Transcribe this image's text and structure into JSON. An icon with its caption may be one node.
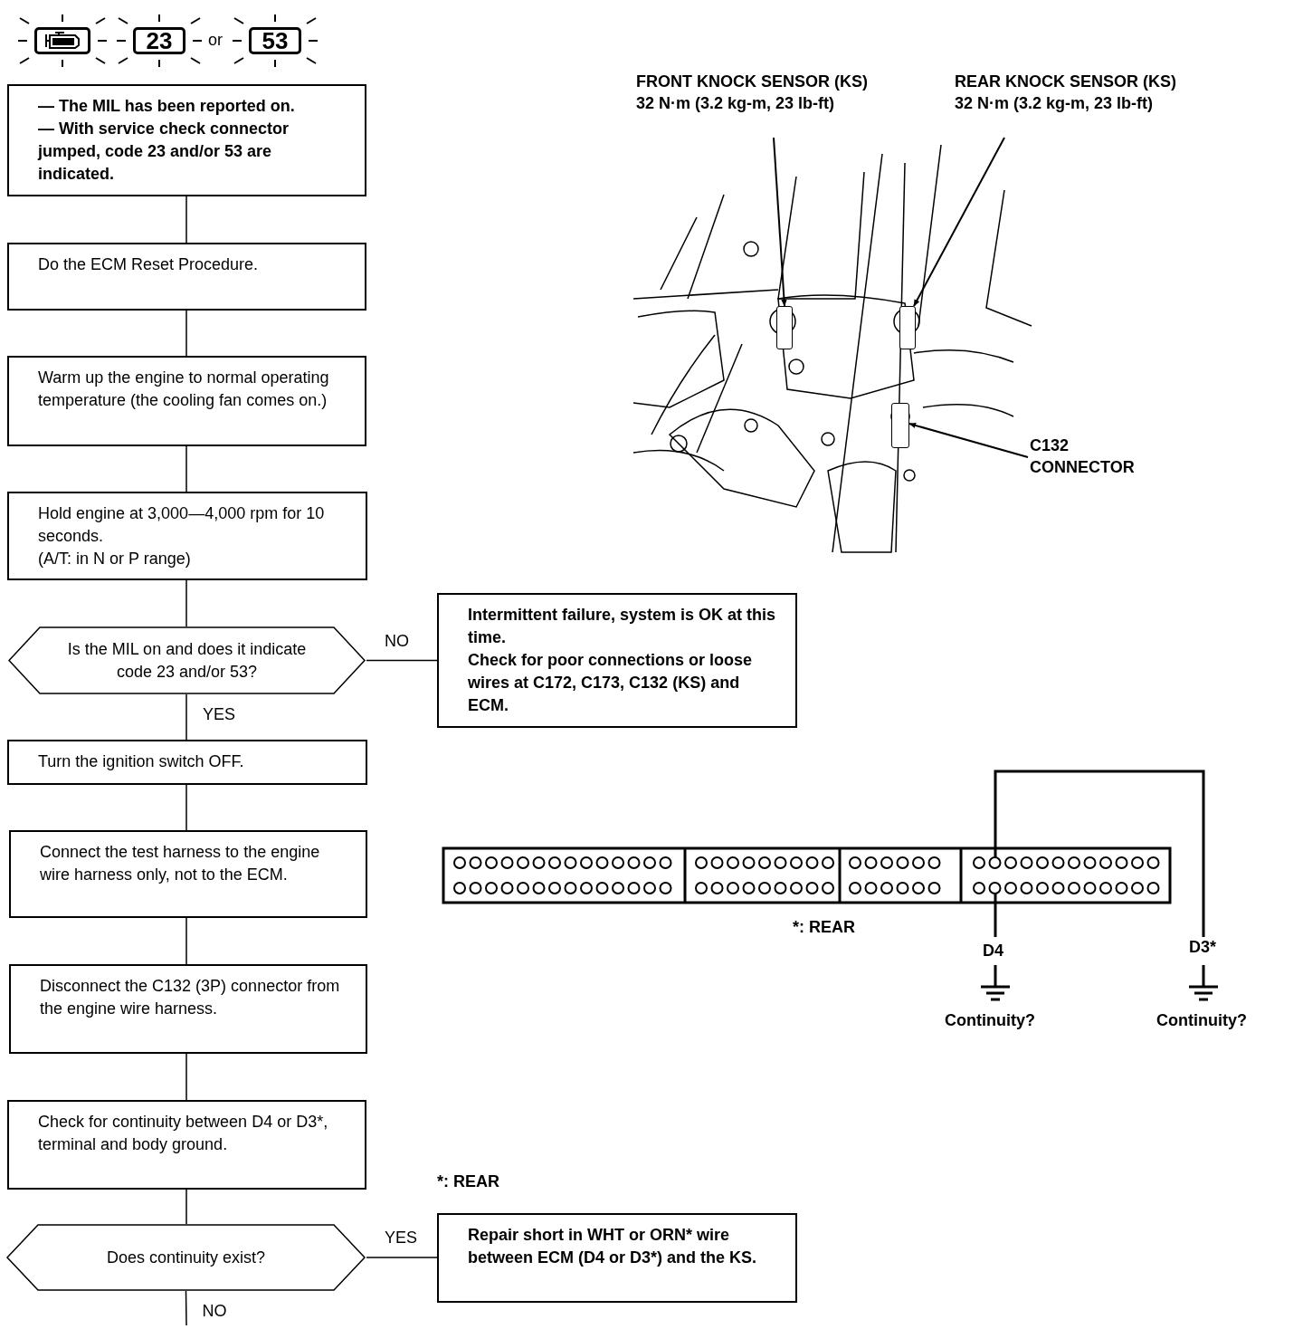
{
  "diagram": {
    "nodes": [
      {
        "text": [],
        "shape": "box"
      },
      {
        "text": [
          "23"
        ]
      },
      {
        "text": [
          "53"
        ]
      },
      {
        "text": [
          "— The MIL has been reported on.",
          "— With service check connector jumped, code 23 and/or 53 are indicated."
        ]
      },
      {
        "text": [
          "Do the ECM Reset Procedure."
        ]
      },
      {
        "text": [
          "Warm up the engine to normal operating temperature (the cooling fan comes on.)"
        ]
      },
      {
        "text": [
          "Hold engine at 3,000—4,000 rpm for 10 seconds.",
          "(A/T: in N or P range)"
        ]
      },
      {
        "text": [
          "Is the MIL on and does it indicate code 23 and/or 53?"
        ]
      },
      {
        "text": [
          "Intermittent failure, system is OK at this time.",
          "Check for poor connections or loose wires at C172, C173, C132 (KS) and ECM."
        ]
      },
      {
        "text": [
          "Turn the ignition switch OFF."
        ]
      },
      {
        "text": [
          "Connect the test harness to the engine wire harness only, not to the ECM."
        ]
      },
      {
        "text": [
          "Disconnect the C132 (3P) connector from the engine wire harness."
        ]
      },
      {
        "text": [
          "Check for continuity between D4 or D3*, terminal and body ground."
        ]
      },
      {
        "text": [
          "Does continuity exist?"
        ]
      },
      {
        "text": [
          "Repair short in WHT or ORN* wire between ECM (D4 or D3*) and the KS."
        ]
      },
      {
        "text": [
          "FRONT KNOCK SENSOR (KS)",
          "32 N·m (3.2 kg-m, 23 lb-ft)"
        ]
      },
      {
        "text": [
          "REAR KNOCK SENSOR (KS)",
          "32 N·m (3.2 kg-m, 23 lb-ft)"
        ]
      },
      {
        "text": [
          "C132 CONNECTOR"
        ]
      },
      {
        "text": [],
        "shape": "box"
      },
      {
        "text": [],
        "shape": "box"
      },
      {
        "text": [],
        "shape": "box"
      }
    ],
    "edges": [
      {
        "from": 3,
        "to": 4,
        "arrow": "none"
      },
      {
        "from": 4,
        "to": 5,
        "arrow": "none"
      },
      {
        "from": 5,
        "to": 6,
        "arrow": "none"
      },
      {
        "from": 6,
        "to": 7,
        "arrow": "none"
      },
      {
        "from": 7,
        "to": 8,
        "arrow": "none",
        "label": "NO"
      },
      {
        "from": 7,
        "to": 9,
        "arrow": "none",
        "label": "YES"
      },
      {
        "from": 9,
        "to": 10,
        "arrow": "none"
      },
      {
        "from": 10,
        "to": 11,
        "arrow": "none"
      },
      {
        "from": 11,
        "to": 12,
        "arrow": "none"
      },
      {
        "from": 12,
        "to": 13,
        "arrow": "none"
      },
      {
        "from": 13,
        "to": 14,
        "arrow": "none",
        "label": "YES"
      },
      {
        "from": 13,
        "to": null,
        "arrow": "none",
        "label": "NO"
      },
      {
        "from": 15,
        "to": 18,
        "arrow": "to"
      },
      {
        "from": 16,
        "to": 19,
        "arrow": "to"
      },
      {
        "from": 17,
        "to": 20,
        "arrow": "to"
      }
    ],
    "labels": [
      "or",
      "*: REAR",
      "D4",
      "D3*",
      "Continuity?",
      "Continuity?",
      "*: REAR"
    ]
  }
}
